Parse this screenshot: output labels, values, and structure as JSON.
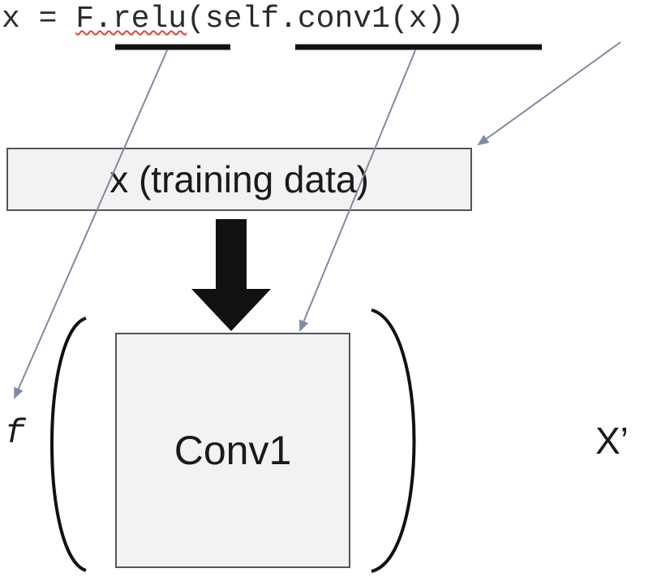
{
  "code_line": {
    "prefix": "x = ",
    "relu_call": "F.relu",
    "open_paren": "(",
    "conv_call": "self.conv1",
    "suffix": "(x))"
  },
  "input_box": {
    "label": "x (training data)"
  },
  "conv_box": {
    "label": "Conv1"
  },
  "function_label": "f",
  "output_label": "X’",
  "colors": {
    "pointer_arrow": "#7f8aa3",
    "flow_arrow": "#111111",
    "box_fill": "#f2f2f2",
    "spellcheck_underline": "#e0443a"
  }
}
